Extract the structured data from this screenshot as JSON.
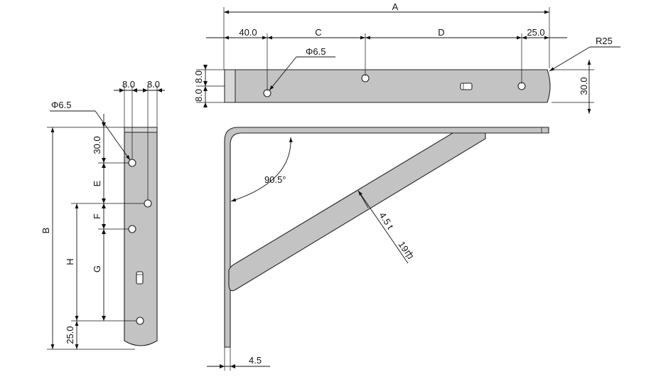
{
  "dimensions": {
    "A": "A",
    "B": "B",
    "C": "C",
    "D": "D",
    "E": "E",
    "F": "F",
    "G": "G",
    "H": "H",
    "top_offset": "40.0",
    "end_offset": "25.0",
    "radius": "R25",
    "hole_diameter_top": "Φ6.5",
    "hole_diameter_side": "Φ6.5",
    "width_right": "30.0",
    "hole_offset_upper": "8.0",
    "hole_offset_lower": "8.0",
    "side_offset_left": "8.0",
    "side_offset_right": "8.0",
    "side_top_offset": "30.0",
    "side_bottom_offset": "25.0",
    "angle": "90.5°",
    "thickness": "4.5",
    "brace_spec_thickness": "4.5 t",
    "brace_spec_width": "19巾"
  },
  "colors": {
    "part_fill": "#c3c3c3",
    "line": "#111111"
  }
}
